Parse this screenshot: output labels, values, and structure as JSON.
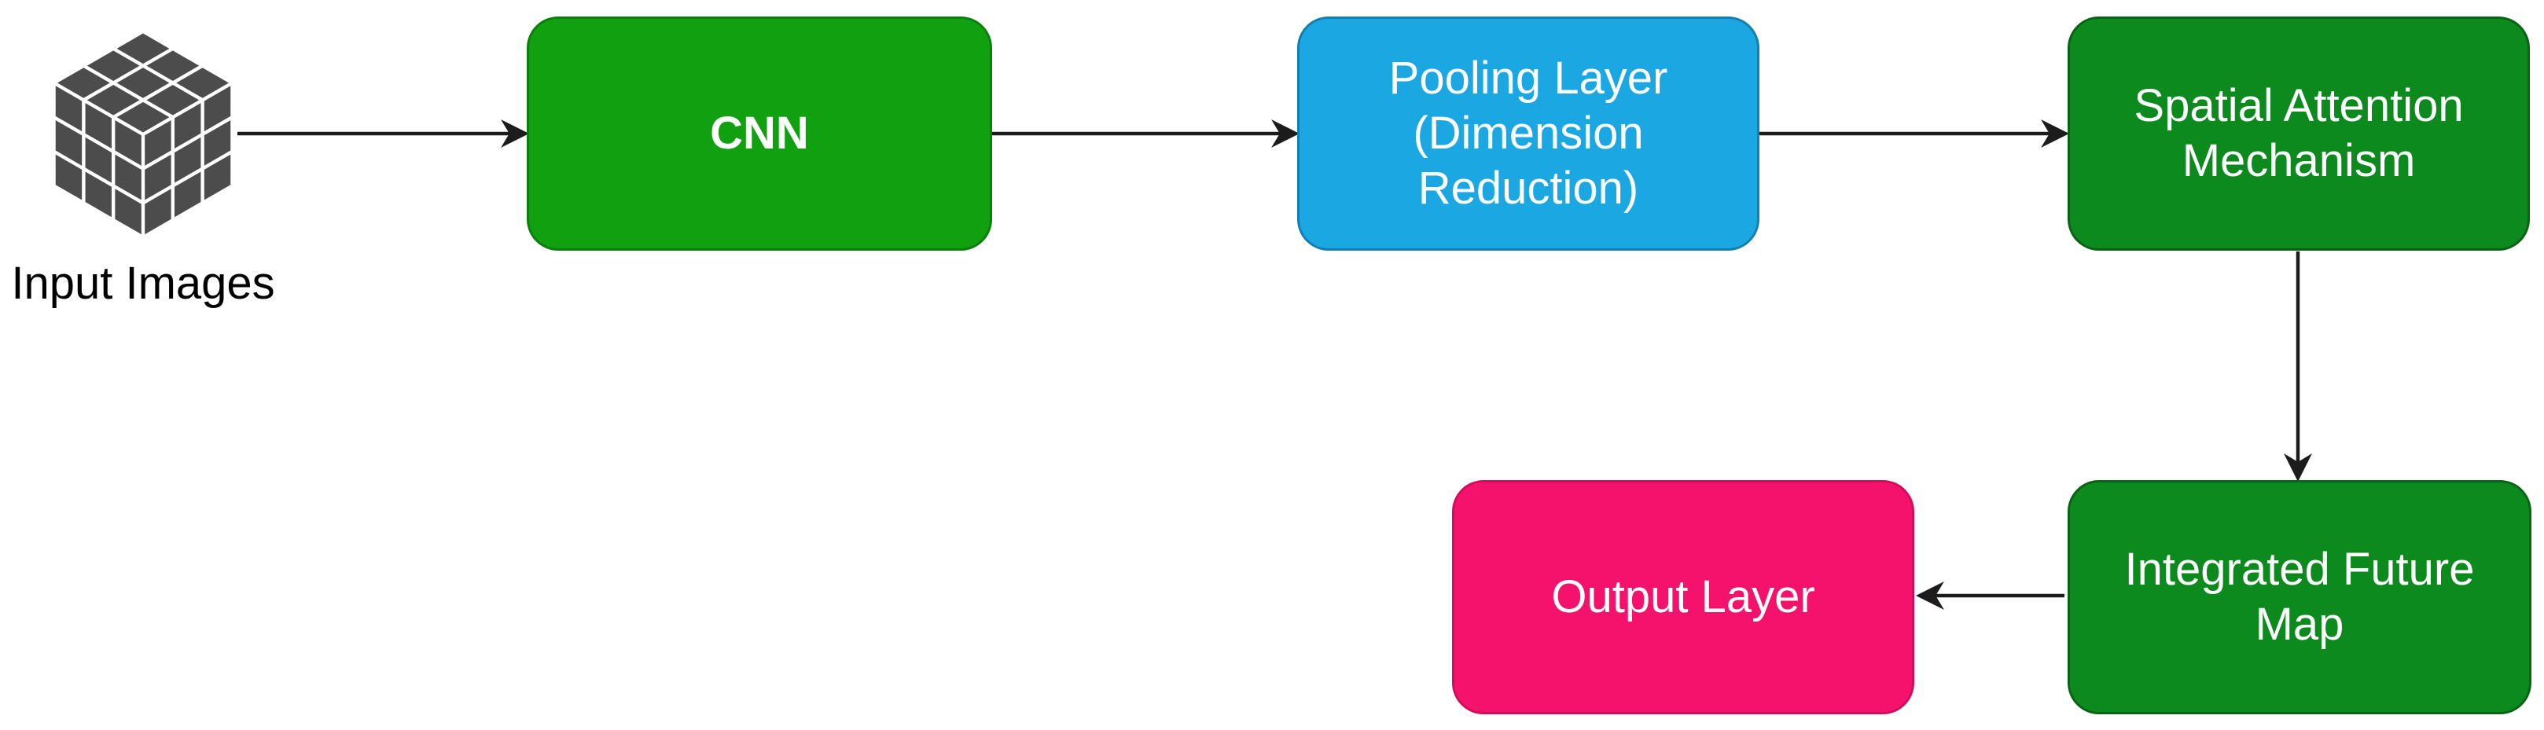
{
  "palette": {
    "background": "#ffffff",
    "bright_green": "#10A010",
    "bright_green_border": "#0B7F0B",
    "dark_green": "#0C8A1E",
    "dark_green_border": "#086414",
    "blue": "#1AA7E2",
    "blue_border": "#137FAE",
    "pink": "#F5126D",
    "pink_border": "#D10F59",
    "arrow": "#1c1c1c",
    "cube_gray": "#4C4C4C",
    "node_text": "#ffffff",
    "label_text": "#000000"
  },
  "input": {
    "icon": "rubiks-cube-icon",
    "label": "Input Images"
  },
  "nodes": {
    "cnn": {
      "label": "CNN",
      "lines": [
        "CNN"
      ],
      "color": "#10A010"
    },
    "pooling": {
      "label": "Pooling Layer (Dimension Reduction)",
      "lines": [
        "Pooling Layer",
        "(Dimension",
        "Reduction)"
      ],
      "color": "#1AA7E2"
    },
    "spatial": {
      "label": "Spatial Attention Mechanism",
      "lines": [
        "Spatial Attention",
        "Mechanism"
      ],
      "color": "#0C8A1E"
    },
    "integrated": {
      "label": "Integrated Future Map",
      "lines": [
        "Integrated Future",
        "Map"
      ],
      "color": "#0C8A1E"
    },
    "output": {
      "label": "Output Layer",
      "lines": [
        "Output Layer"
      ],
      "color": "#F5126D"
    }
  },
  "edges": [
    {
      "from": "input-images",
      "to": "cnn",
      "direction": "right"
    },
    {
      "from": "cnn",
      "to": "pooling-layer",
      "direction": "right"
    },
    {
      "from": "pooling-layer",
      "to": "spatial-attention-mechanism",
      "direction": "right"
    },
    {
      "from": "spatial-attention-mechanism",
      "to": "integrated-future-map",
      "direction": "down"
    },
    {
      "from": "integrated-future-map",
      "to": "output-layer",
      "direction": "left"
    }
  ]
}
